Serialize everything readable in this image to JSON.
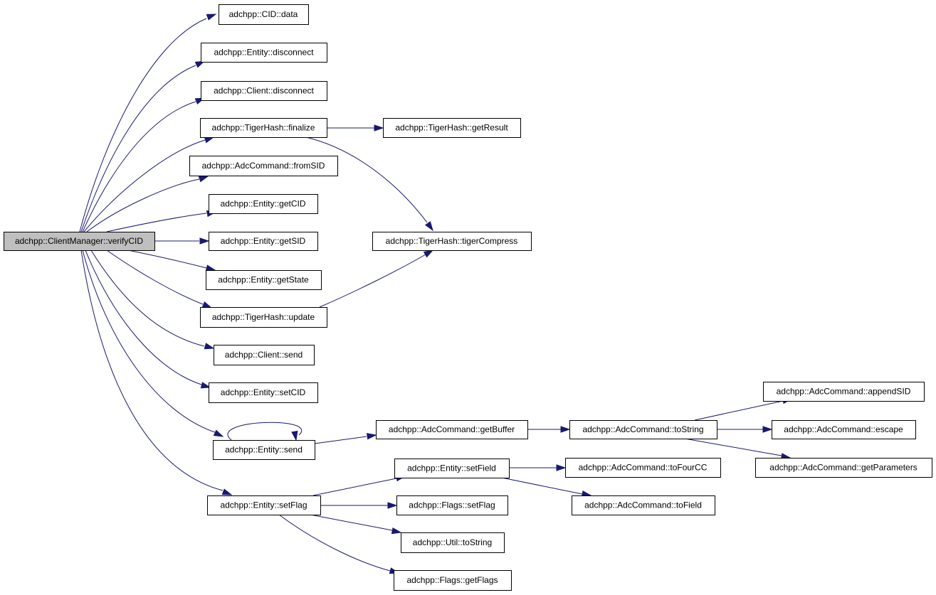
{
  "graph": {
    "root": "verifycid",
    "colors": {
      "edge": "#191970",
      "root_fill": "#bfbfbf",
      "node_fill": "#ffffff",
      "border": "#000000"
    },
    "nodes": [
      {
        "id": "verifycid",
        "label": "adchpp::ClientManager::verifyCID"
      },
      {
        "id": "cid_data",
        "label": "adchpp::CID::data"
      },
      {
        "id": "entity_disconnect",
        "label": "adchpp::Entity::disconnect"
      },
      {
        "id": "client_disconnect",
        "label": "adchpp::Client::disconnect"
      },
      {
        "id": "tiger_finalize",
        "label": "adchpp::TigerHash::finalize"
      },
      {
        "id": "adc_fromsid",
        "label": "adchpp::AdcCommand::fromSID"
      },
      {
        "id": "entity_getcid",
        "label": "adchpp::Entity::getCID"
      },
      {
        "id": "entity_getsid",
        "label": "adchpp::Entity::getSID"
      },
      {
        "id": "entity_getstate",
        "label": "adchpp::Entity::getState"
      },
      {
        "id": "tiger_update",
        "label": "adchpp::TigerHash::update"
      },
      {
        "id": "client_send",
        "label": "adchpp::Client::send"
      },
      {
        "id": "entity_setcid",
        "label": "adchpp::Entity::setCID"
      },
      {
        "id": "entity_send",
        "label": "adchpp::Entity::send"
      },
      {
        "id": "entity_setflag",
        "label": "adchpp::Entity::setFlag"
      },
      {
        "id": "tiger_getresult",
        "label": "adchpp::TigerHash::getResult"
      },
      {
        "id": "tiger_compress",
        "label": "adchpp::TigerHash::tigerCompress"
      },
      {
        "id": "adc_getbuffer",
        "label": "adchpp::AdcCommand::getBuffer"
      },
      {
        "id": "adc_tostring",
        "label": "adchpp::AdcCommand::toString"
      },
      {
        "id": "adc_appendsid",
        "label": "adchpp::AdcCommand::appendSID"
      },
      {
        "id": "adc_escape",
        "label": "adchpp::AdcCommand::escape"
      },
      {
        "id": "adc_getparameters",
        "label": "adchpp::AdcCommand::getParameters"
      },
      {
        "id": "entity_setfield",
        "label": "adchpp::Entity::setField"
      },
      {
        "id": "adc_tofourcc",
        "label": "adchpp::AdcCommand::toFourCC"
      },
      {
        "id": "adc_tofield",
        "label": "adchpp::AdcCommand::toField"
      },
      {
        "id": "flags_setflag",
        "label": "adchpp::Flags::setFlag"
      },
      {
        "id": "util_tostring",
        "label": "adchpp::Util::toString"
      },
      {
        "id": "flags_getflags",
        "label": "adchpp::Flags::getFlags"
      }
    ],
    "edges": [
      {
        "from": "verifycid",
        "to": "cid_data"
      },
      {
        "from": "verifycid",
        "to": "entity_disconnect"
      },
      {
        "from": "verifycid",
        "to": "client_disconnect"
      },
      {
        "from": "verifycid",
        "to": "tiger_finalize"
      },
      {
        "from": "verifycid",
        "to": "adc_fromsid"
      },
      {
        "from": "verifycid",
        "to": "entity_getcid"
      },
      {
        "from": "verifycid",
        "to": "entity_getsid"
      },
      {
        "from": "verifycid",
        "to": "entity_getstate"
      },
      {
        "from": "verifycid",
        "to": "tiger_update"
      },
      {
        "from": "verifycid",
        "to": "client_send"
      },
      {
        "from": "verifycid",
        "to": "entity_setcid"
      },
      {
        "from": "verifycid",
        "to": "entity_send"
      },
      {
        "from": "verifycid",
        "to": "entity_setflag"
      },
      {
        "from": "tiger_finalize",
        "to": "tiger_getresult"
      },
      {
        "from": "tiger_finalize",
        "to": "tiger_compress"
      },
      {
        "from": "tiger_update",
        "to": "tiger_compress"
      },
      {
        "from": "entity_send",
        "to": "entity_send"
      },
      {
        "from": "entity_send",
        "to": "adc_getbuffer"
      },
      {
        "from": "adc_getbuffer",
        "to": "adc_tostring"
      },
      {
        "from": "adc_tostring",
        "to": "adc_appendsid"
      },
      {
        "from": "adc_tostring",
        "to": "adc_escape"
      },
      {
        "from": "adc_tostring",
        "to": "adc_getparameters"
      },
      {
        "from": "entity_setflag",
        "to": "entity_setfield"
      },
      {
        "from": "entity_setflag",
        "to": "flags_setflag"
      },
      {
        "from": "entity_setflag",
        "to": "util_tostring"
      },
      {
        "from": "entity_setflag",
        "to": "flags_getflags"
      },
      {
        "from": "entity_setfield",
        "to": "adc_tofourcc"
      },
      {
        "from": "entity_setfield",
        "to": "adc_tofield"
      }
    ]
  }
}
